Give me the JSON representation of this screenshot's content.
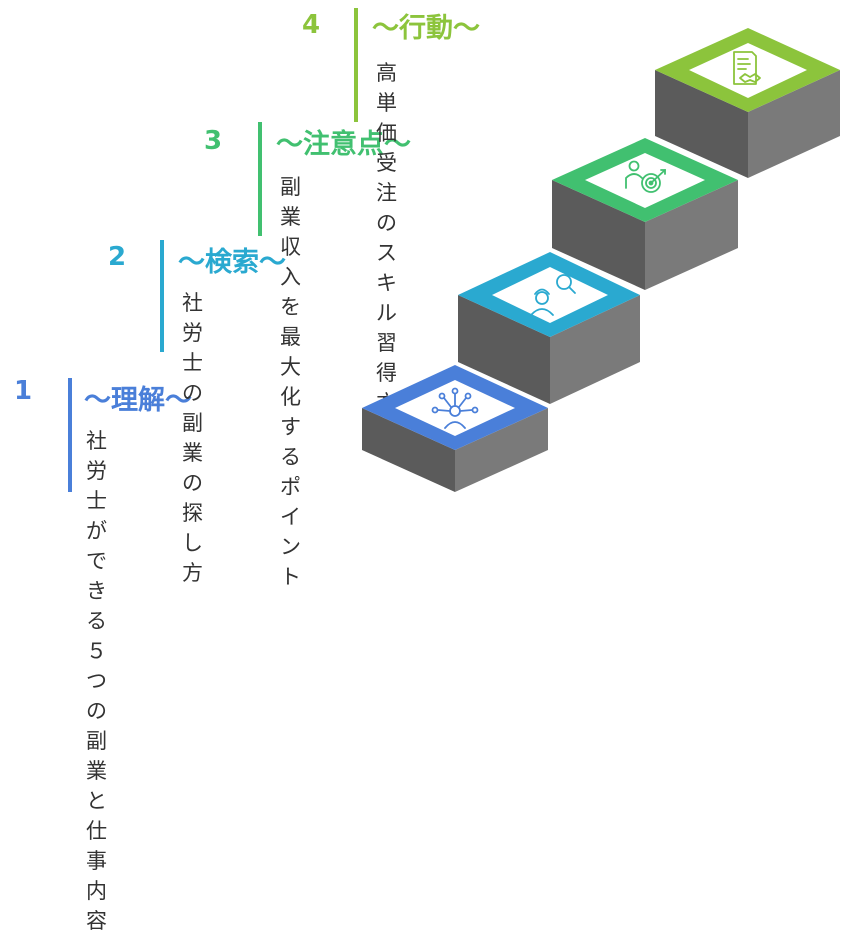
{
  "colors": {
    "step1": "#4a7fd9",
    "step2": "#2aa9d0",
    "step3": "#41c070",
    "step4": "#8cc43c",
    "riser_front": "#5b5b5b",
    "riser_side": "#7a7a7a",
    "tile_fill": "#ffffff"
  },
  "steps": [
    {
      "number": "1",
      "title": "〜理解〜",
      "description": "社労士ができる５つ\nの副業と仕事内容",
      "icon": "network-person-icon"
    },
    {
      "number": "2",
      "title": "〜検索〜",
      "description": "社労士の\n副業の探し方",
      "icon": "person-search-icon"
    },
    {
      "number": "3",
      "title": "〜注意点〜",
      "description": "副業収入を最大化\nするポイント",
      "icon": "target-person-icon"
    },
    {
      "number": "4",
      "title": "〜行動〜",
      "description": "高単価受注のスキル\n習得方法",
      "icon": "contract-handshake-icon"
    }
  ]
}
